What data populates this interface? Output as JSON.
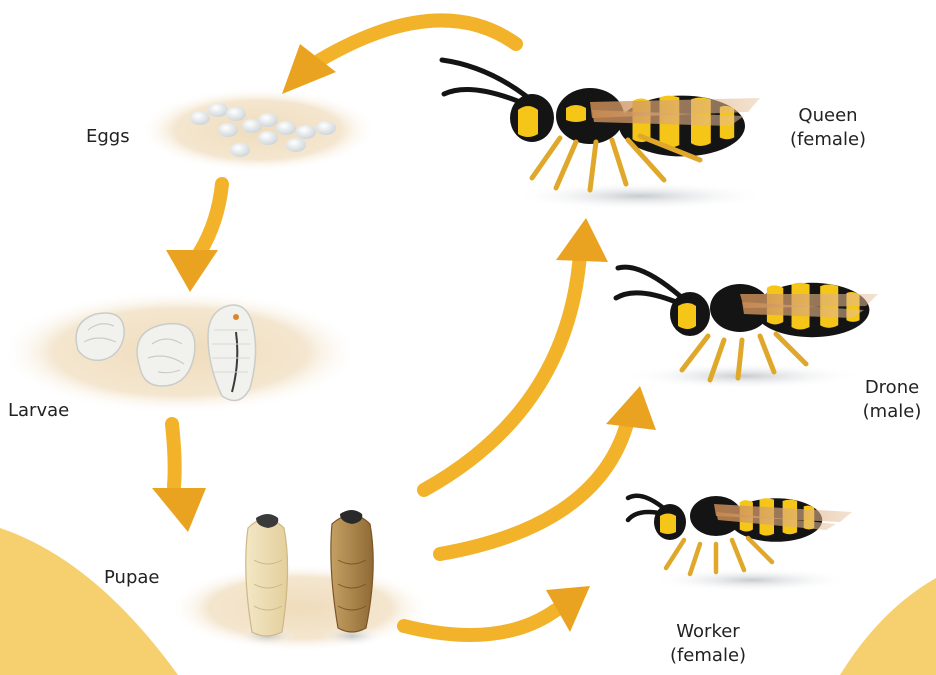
{
  "stages": {
    "eggs": {
      "label": "Eggs"
    },
    "larvae": {
      "label": "Larvae"
    },
    "pupae": {
      "label": "Pupae"
    }
  },
  "adults": {
    "queen": {
      "line1": "Queen",
      "line2": "(female)"
    },
    "drone": {
      "line1": "Drone",
      "line2": "(male)"
    },
    "worker": {
      "line1": "Worker",
      "line2": "(female)"
    }
  },
  "colors": {
    "arrow": "#f2b32a",
    "arrow_dark": "#d08f12",
    "background_arc": "#f6cf6e",
    "nest_patch": "#f2e3c8",
    "wasp_yellow": "#f5c518",
    "wasp_black": "#141414"
  }
}
